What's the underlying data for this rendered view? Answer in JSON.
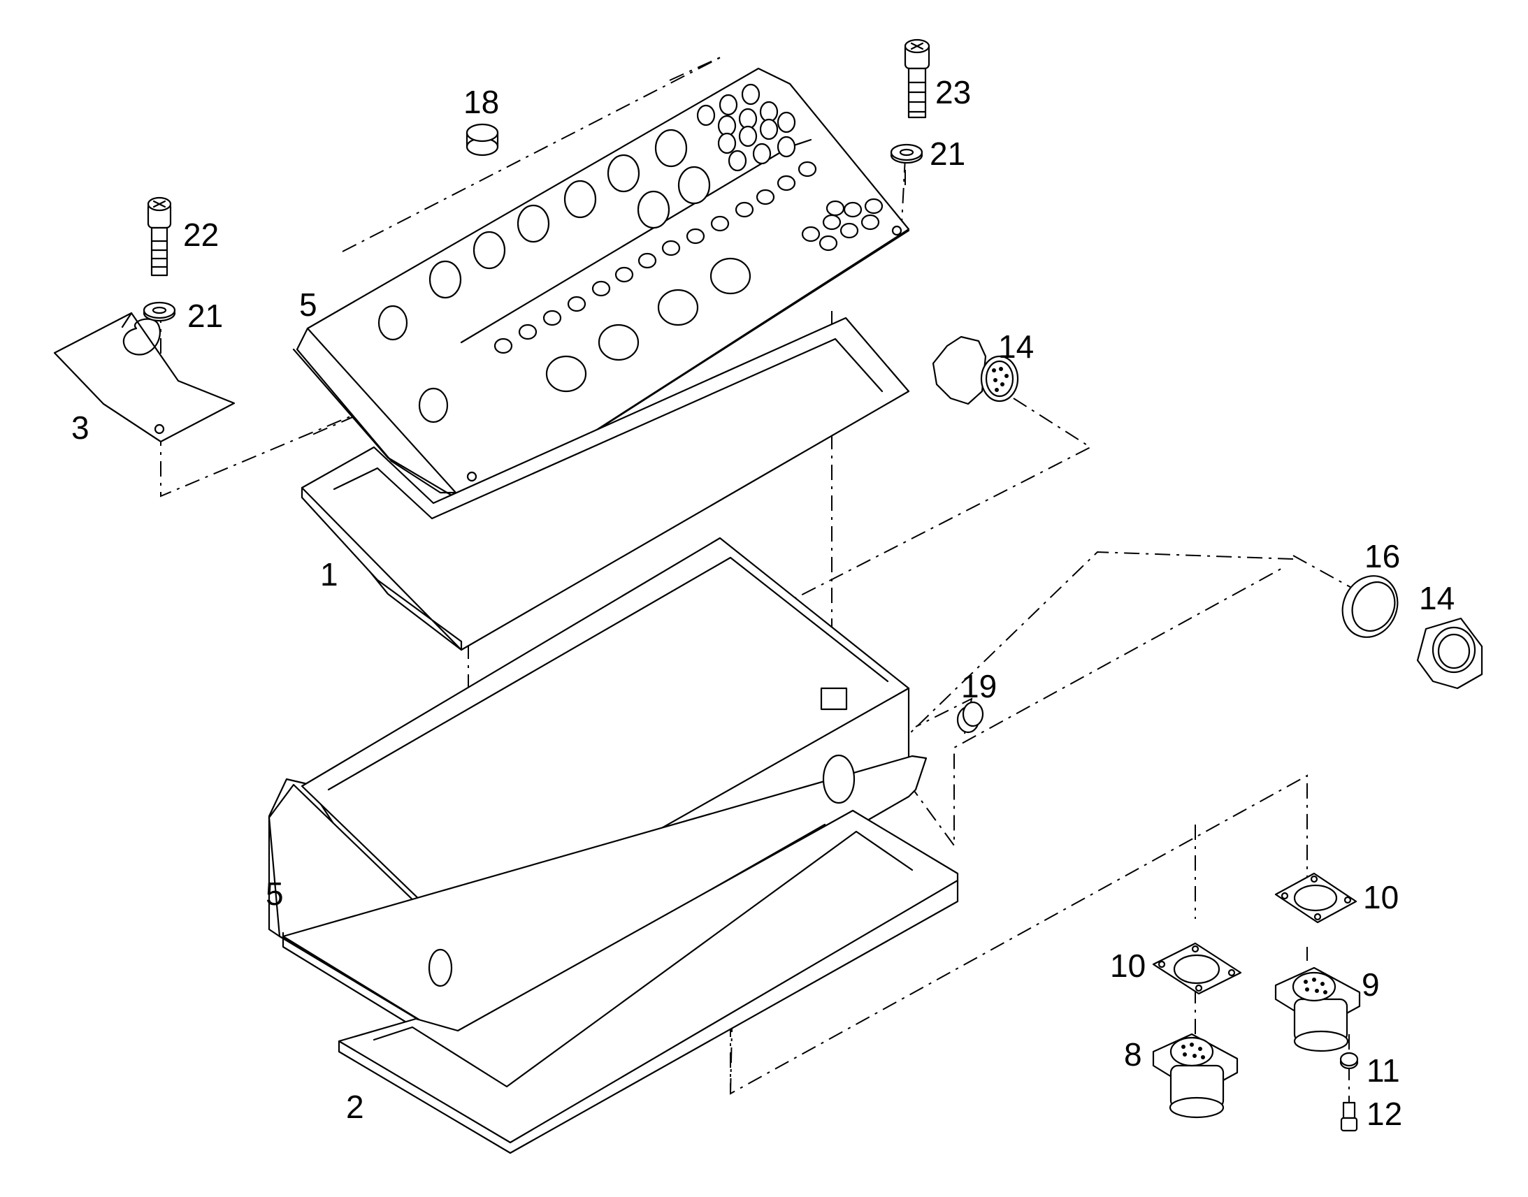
{
  "labels": {
    "l1": "1",
    "l2": "2",
    "l3": "3",
    "l5a": "5",
    "l5b": "5",
    "l8": "8",
    "l9": "9",
    "l10a": "10",
    "l10b": "10",
    "l11": "11",
    "l12": "12",
    "l14a": "14",
    "l14b": "14",
    "l16": "16",
    "l18": "18",
    "l19": "19",
    "l21a": "21",
    "l21b": "21",
    "l22": "22",
    "l23": "23"
  }
}
